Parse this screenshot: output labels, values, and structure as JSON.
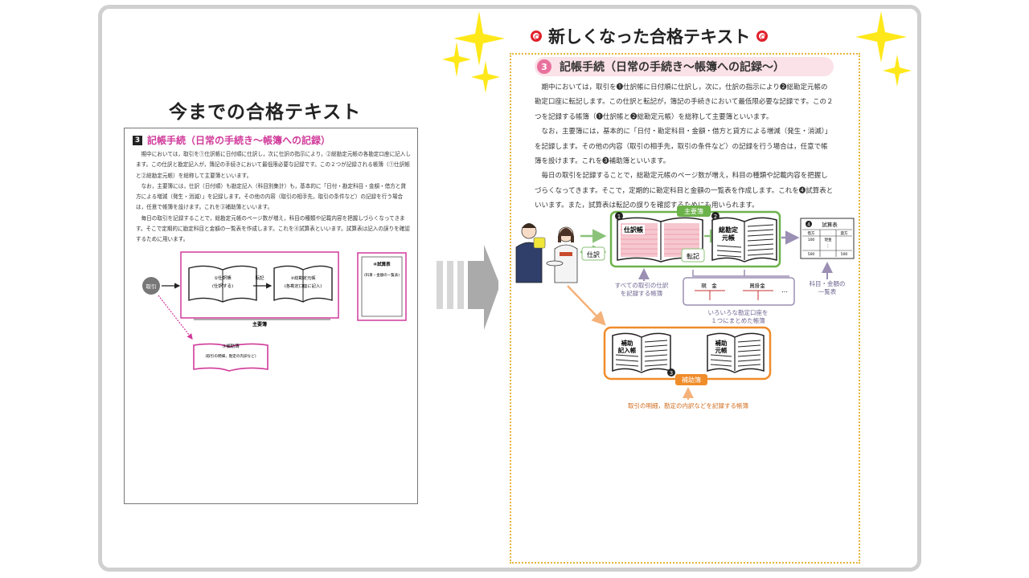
{
  "left": {
    "heading": "今までの合格テキスト",
    "section_number": "3",
    "section_title": "記帳手続（日常の手続き～帳簿への記録）",
    "paragraphs": [
      "期中においては，取引を①仕訳帳に日付順に仕訳し，次に仕訳の指示により，②総勘定元帳の各勘定口座に記入します。この仕訳と勘定記入が，簿記の手続きにおいて最低限必要な記録です。この２つが記録される帳簿（①仕訳帳と②総勘定元帳）を総称して主要簿といいます。",
      "なお，主要簿には，仕訳（日付順）も勘定記入（科目別集計）も，基本的に「日付・勘定科目・金額・借方と貸方による増減（発生・消滅）」を記録します。その他の内容（取引の相手先，取引の条件など）の記録を行う場合は，任意で帳簿を設けます。これを③補助簿といいます。",
      "毎日の取引を記録することで，総勘定元帳のページ数が増え，科目の種類や記載内容を把握しづらくなってきます。そこで定期的に勘定科目と金額の一覧表を作成します。これを④試算表といいます。試算表は記入の誤りを確認するために用います。"
    ],
    "diagram": {
      "torihiki": "取引",
      "book1_line1": "①仕訳帳",
      "book1_line2": "(仕訳する)",
      "tenki": "転記",
      "book2_line1": "②総勘定元帳",
      "book2_line2": "(各勘定口座に記入)",
      "main_books": "主要簿",
      "trial_line1": "④試算表",
      "trial_line2": "(科目・金額の一覧表)",
      "sub_line1": "③補助簿",
      "sub_line2": "(取引の明細，勘定の内訳など)"
    }
  },
  "right": {
    "heading": "新しくなった合格テキスト",
    "section_number": "3",
    "section_title": "記帳手続（日常の手続き～帳簿への記録～）",
    "paragraphs": [
      "期中においては，取引を❶仕訳帳に日付順に仕訳し，次に，仕訳の指示により❷総勘定元帳の勘定口座に転記します。この仕訳と転記が，簿記の手続きにおいて最低限必要な記録です。この２つを記録する帳簿（❶仕訳帳と❷総勘定元帳）を総称して主要簿といいます。",
      "なお，主要簿には，基本的に「日付・勘定科目・金額・借方と貸方による増減（発生・消滅）」を記録します。その他の内容（取引の相手先，取引の条件など）の記録を行う場合は，任意で帳簿を設けます。これを❸補助簿といいます。",
      "毎日の取引を記録することで，総勘定元帳のページ数が増え，科目の種類や記載内容を把握しづらくなってきます。そこで，定期的に勘定科目と金額の一覧表を作成します。これを❹試算表といいます。また，試算表は転記の誤りを確認するためにも用いられます。"
    ],
    "diagram": {
      "main_books": "主要簿",
      "n1": "1",
      "n2": "2",
      "n3": "3",
      "n4": "4",
      "journal": "仕訳帳",
      "ledger_line1": "総勘定",
      "ledger_line2": "元帳",
      "shiwake": "仕訳",
      "tenki": "転記",
      "journal_note_line1": "すべての取引の仕訳",
      "journal_note_line2": "を記録する帳簿",
      "acct_cash": "現　金",
      "acct_ar": "買掛金",
      "acct_more": "…",
      "acct_note_line1": "いろいろな勘定口座を",
      "acct_note_line2": "１つにまとめた帳簿",
      "trial_title": "試算表",
      "trial_debit": "借方",
      "trial_credit": "貸方",
      "trial_v1": "100",
      "trial_item": "現金",
      "trial_dots": "⋮",
      "trial_v2": "500",
      "trial_v3": "500",
      "trial_note_line1": "科目・金額の",
      "trial_note_line2": "一覧表",
      "sub_book1_line1": "補助",
      "sub_book1_line2": "記入帳",
      "sub_book2_line1": "補助",
      "sub_book2_line2": "元帳",
      "sub_books": "補助簿",
      "sub_note": "取引の明細，勘定の内訳などを記録する帳簿"
    }
  },
  "colors": {
    "pink": "#d13a9a",
    "green": "#6cb24a",
    "orange": "#f08c2a",
    "purple": "#9b8fb4",
    "dotted_border": "#e6b53a",
    "sparkle": "#ffe81a",
    "target_red": "#e0202a"
  }
}
